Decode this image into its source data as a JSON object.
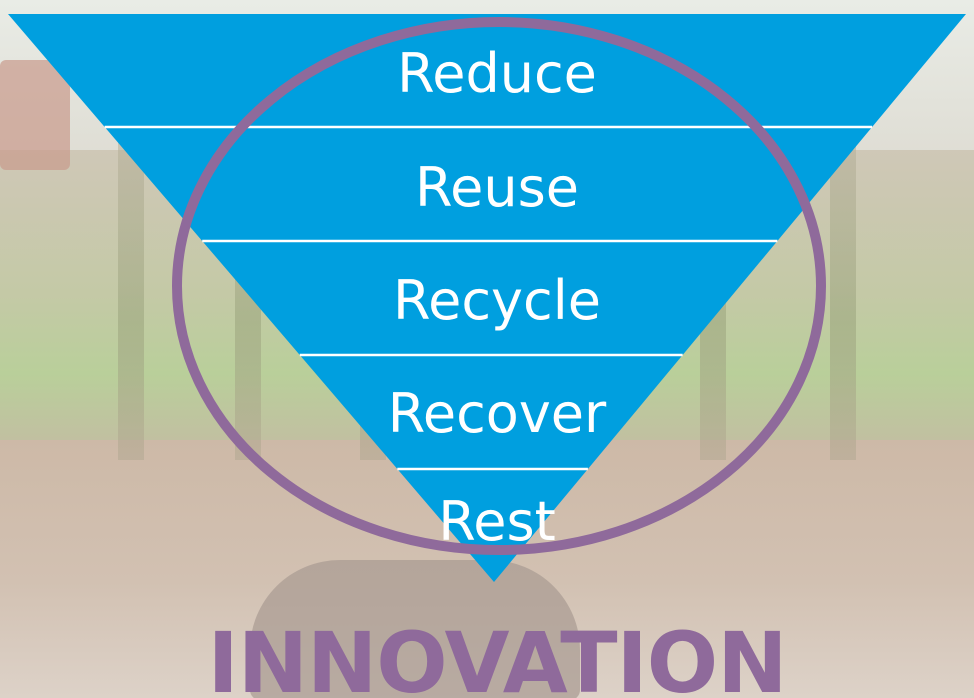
{
  "hierarchy": {
    "tiers": [
      {
        "label": "Reduce"
      },
      {
        "label": "Reuse"
      },
      {
        "label": "Recycle"
      },
      {
        "label": "Recover"
      },
      {
        "label": "Rest"
      }
    ],
    "footer": "INNOVATION"
  },
  "colors": {
    "triangle_fill": "#009FDF",
    "divider": "#ffffff",
    "ring": "#8F6A9B",
    "footer_text": "#8F6A9B",
    "tier_text": "#ffffff"
  }
}
